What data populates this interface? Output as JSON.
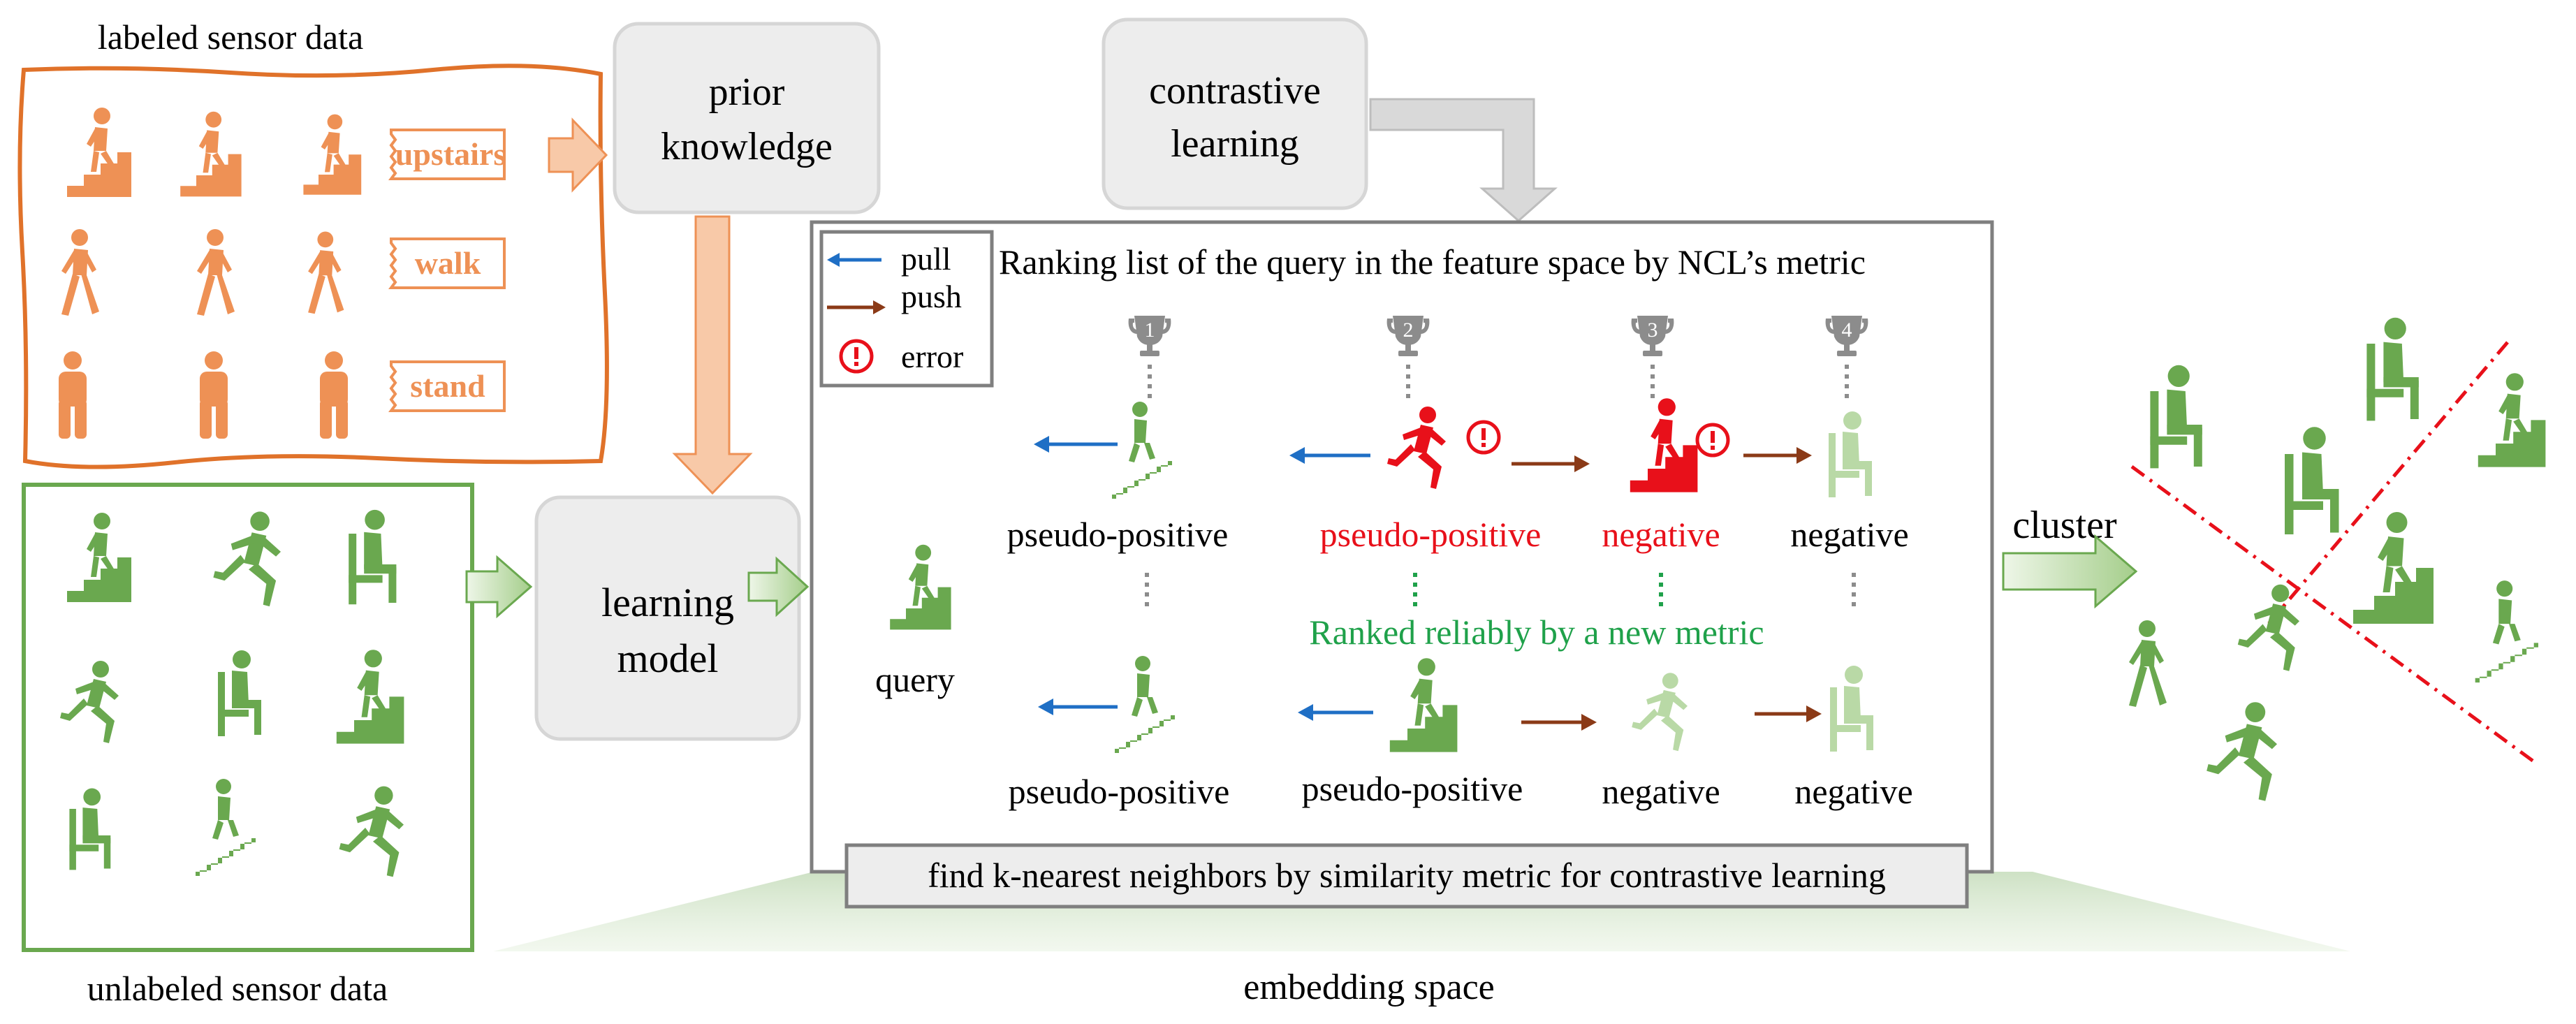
{
  "labels": {
    "labeled_title": "labeled sensor data",
    "unlabeled_title": "unlabeled sensor data",
    "prior_knowledge_1": "prior",
    "prior_knowledge_2": "knowledge",
    "contrastive_1": "contrastive",
    "contrastive_2": "learning",
    "learning_model_1": "learning",
    "learning_model_2": "model",
    "embedding_space": "embedding space",
    "cluster": "cluster",
    "query": "query",
    "ranking_title": "Ranking list of the query in the feature space by  NCL’s metric",
    "reliable_note": "Ranked reliably by a new metric",
    "knn_bar": "find k-nearest neighbors by similarity metric for contrastive learning"
  },
  "activity_tags": [
    "upstairs",
    "walk",
    "stand"
  ],
  "legend": {
    "pull": "pull",
    "push": "push",
    "error": "error"
  },
  "ranks": [
    "1",
    "2",
    "3",
    "4"
  ],
  "row1_labels": [
    "pseudo-positive",
    "pseudo-positive",
    "negative",
    "negative"
  ],
  "row2_labels": [
    "pseudo-positive",
    "pseudo-positive",
    "negative",
    "negative"
  ],
  "colors": {
    "orange": "#EE9155",
    "orange_dark": "#E0722A",
    "green": "#6AA84F",
    "green_light": "#B9D9A6",
    "red": "#E8101A",
    "blue": "#1F6FC5",
    "brown": "#8B3A17",
    "gray_box": "#EDEDED",
    "gray_border": "#D6D6D6",
    "note_green": "#1FA14A"
  },
  "icons": [
    "stairs-up-icon",
    "walk-icon",
    "stand-icon",
    "run-icon",
    "sit-icon",
    "trophy-icon",
    "error-icon"
  ]
}
